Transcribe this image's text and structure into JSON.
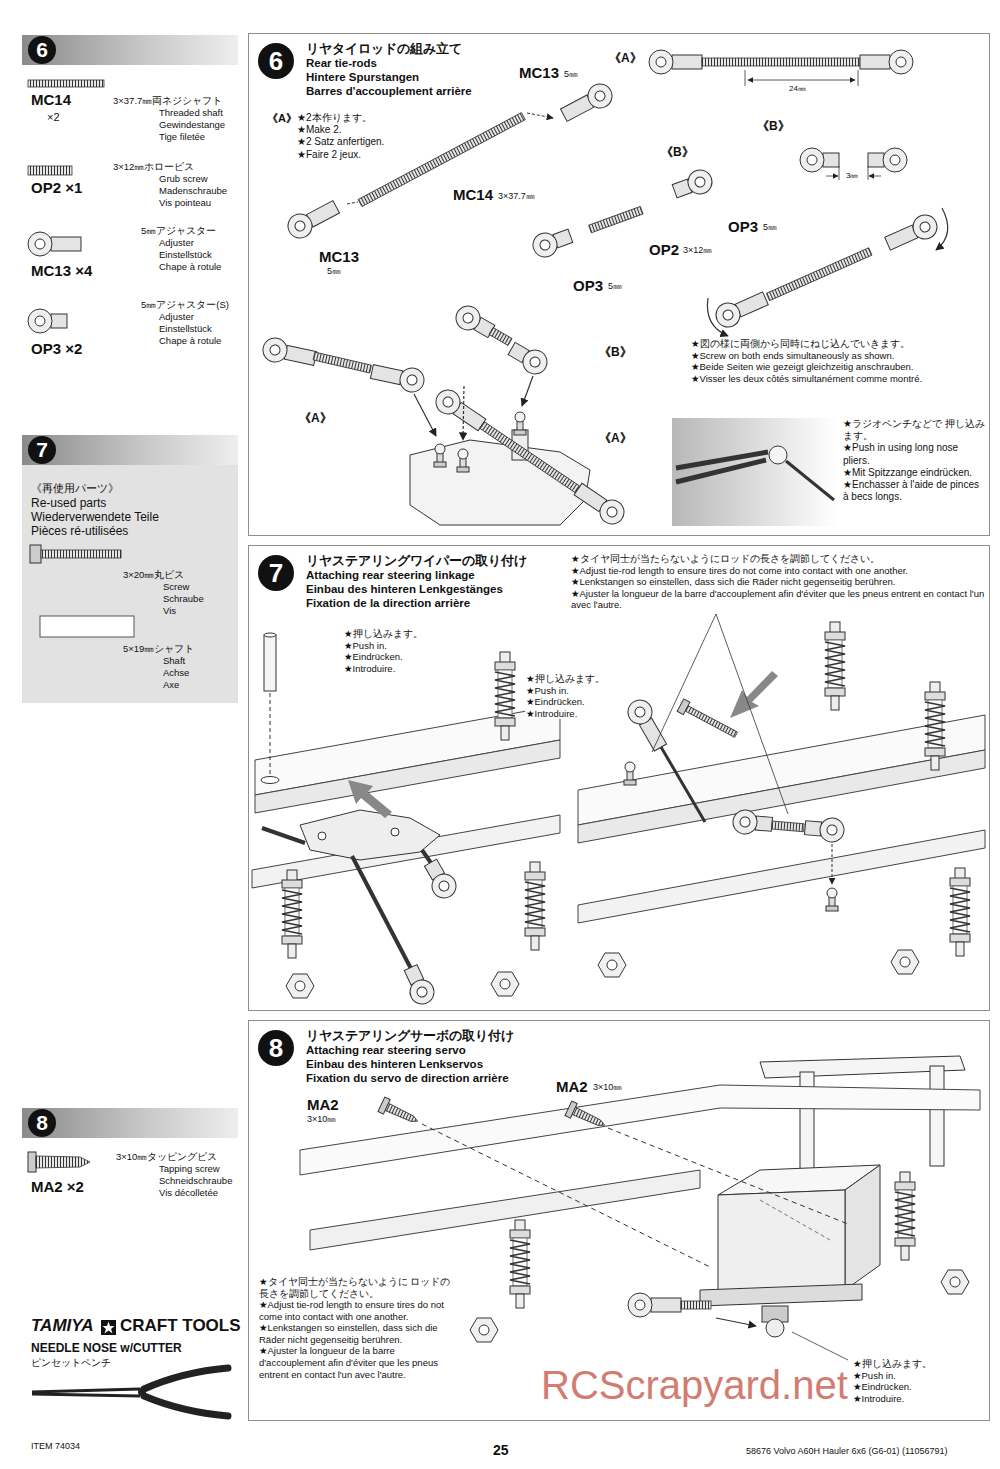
{
  "diagram": {
    "nodes": [
      {
        "text": [
          "6"
        ]
      },
      {
        "text": [
          "6",
          "リヤタイロッドの組み立て",
          "Rear tie-rods",
          "Hintere Spurstangen",
          "Barres d'accouplement arrière"
        ]
      },
      {
        "text": [
          "7"
        ]
      },
      {
        "text": [
          "7",
          "リヤステアリングワイパーの取り付け",
          "Attaching rear steering linkage",
          "Einbau des hinteren Lenkgestänges",
          "Fixation de la direction arrière"
        ]
      },
      {
        "text": [
          "8",
          "リヤステアリングサーボの取り付け",
          "Attaching rear steering servo",
          "Einbau des hinteren Lenkservos",
          "Fixation du servo de direction arrière"
        ]
      },
      {
        "text": [
          "8"
        ]
      }
    ],
    "labels": [
      "MC14",
      "×2",
      "3×37.7㎜両ネジシャフト",
      "Threaded shaft",
      "Gewindestange",
      "Tige filetée",
      "OP2 ×1",
      "3×12㎜ホロービス",
      "Grub screw",
      "Madenschraube",
      "Vis pointeau",
      "MC13 ×4",
      "5㎜アジャスター",
      "Adjuster",
      "Einstellstück",
      "Chape à rotule",
      "OP3 ×2",
      "5㎜アジャスター(S)",
      "Adjuster",
      "Einstellstück",
      "Chape à rotule",
      "《再使用パーツ》",
      "Re-used parts",
      "Wiederverwendete Teile",
      "Pièces ré-utilisées",
      "3×20㎜丸ビス",
      "Screw",
      "Schraube",
      "Vis",
      "5×19㎜シャフト",
      "Shaft",
      "Achse",
      "Axe",
      "MA2 ×2",
      "3×10㎜タッピングビス",
      "Tapping screw",
      "Schneidschraube",
      "Vis décolletée",
      "TAMIYA",
      "CRAFT TOOLS",
      "NEEDLE NOSE w/CUTTER",
      "ピンセットペンチ",
      "ITEM 74034",
      "MC13",
      "5㎜",
      "《A》",
      "★2本作ります。",
      "★Make 2.",
      "★2 Satz anfertigen.",
      "★Faire 2 jeux.",
      "MC14",
      "3×37.7㎜",
      "MC13",
      "5㎜",
      "《B》",
      "OP3",
      "5㎜",
      "OP2",
      "3×12㎜",
      "OP3",
      "5㎜",
      "《A》",
      "24㎜",
      "《B》",
      "3㎜",
      "★図の様に両側から同時にねじ込んでいきます。",
      "★Screw on both ends simultaneously as shown.",
      "★Beide Seiten wie gezeigt gleichzeitig anschrauben.",
      "★Visser les deux côtés simultanément comme montré.",
      "《A》",
      "《B》",
      "《A》",
      "★ラジオペンチなどで 押し込みます。",
      "★Push in using long nose pliers.",
      "★Mit Spitzzange eindrücken.",
      "★Enchasser à l'aide de pinces à becs longs.",
      "★押し込みます。",
      "★Push in.",
      "★Eindrücken.",
      "★Introduire.",
      "★タイヤ同士が当たらないようにロッドの長さを調節してください。",
      "★Adjust tie-rod length to ensure tires do not come into contact with one another.",
      "★Lenkstangen so einstellen, dass sich die Räder nicht gegenseitig berühren.",
      "★Ajuster la longueur de la barre d'accouplement afin d'éviter que les pneus entrent en contact l'un avec l'autre.",
      "★押し込みます。",
      "★Push in.",
      "★Eindrücken.",
      "★Introduire.",
      "MA2",
      "3×10㎜",
      "MA2",
      "3×10㎜",
      "★タイヤ同士が当たらないように ロッドの長さを調節してください。",
      "★Adjust tie-rod length to ensure tires do not come into contact with one another.",
      "★Lenkstangen so einstellen, dass sich die Räder nicht gegenseitig berühren.",
      "★Ajuster la longueur de la barre d'accouplement afin d'éviter que les pneus entrent en contact l'un avec l'autre.",
      "★押し込みます。",
      "★Push in.",
      "★Eindrücken.",
      "★Introduire.",
      "RCScrapyard.net",
      "25",
      "58676 Volvo A60H Hauler 6x6 (G6-01) (11056791)"
    ]
  }
}
